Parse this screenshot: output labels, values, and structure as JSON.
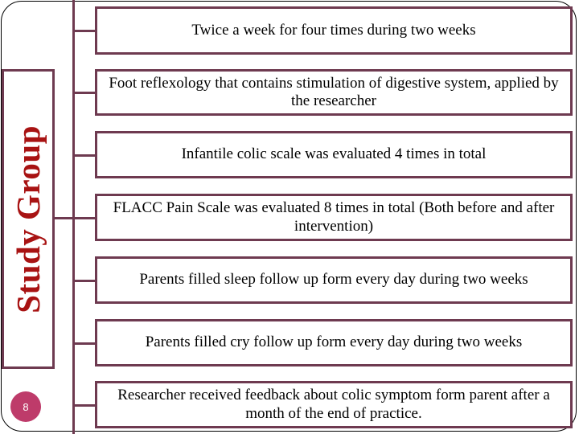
{
  "slide": {
    "page_number": "8",
    "accent_color": "#6E3A50",
    "label_color": "#A81313",
    "badge_color": "#BE3B6A",
    "outline_color": "#000000"
  },
  "group": {
    "label": "Study Group"
  },
  "items": [
    {
      "text": "Twice a week for four times during two weeks"
    },
    {
      "text": "Foot reflexology that contains stimulation of digestive system, applied by the researcher"
    },
    {
      "text": "Infantile colic scale was evaluated 4 times in total"
    },
    {
      "text": "FLACC Pain Scale was evaluated 8 times in total (Both before and after intervention)"
    },
    {
      "text": "Parents filled sleep follow up form every day during two weeks"
    },
    {
      "text": "Parents filled cry follow up form every day during two weeks"
    },
    {
      "text": "Researcher received feedback about colic symptom form parent after a month of the end of practice."
    }
  ]
}
